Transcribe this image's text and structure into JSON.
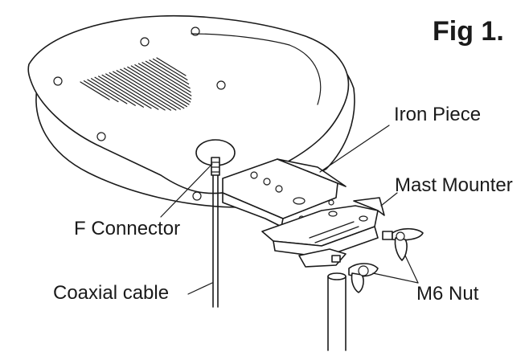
{
  "figure": {
    "title": "Fig 1."
  },
  "labels": {
    "iron_piece": "Iron Piece",
    "mast_mounter": "Mast Mounter",
    "f_connector": "F Connector",
    "coaxial_cable": "Coaxial cable",
    "m6_nut": "M6 Nut"
  }
}
